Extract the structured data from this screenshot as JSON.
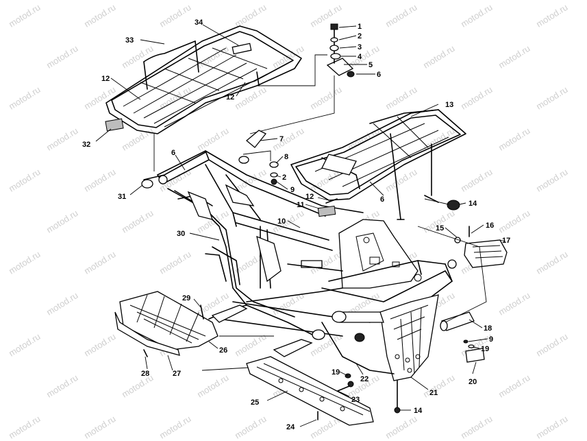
{
  "watermark": "motod.ru",
  "callouts": {
    "c1": "1",
    "c2": "2",
    "c2b": "2",
    "c3": "3",
    "c4": "4",
    "c5": "5",
    "c6": "6",
    "c6b": "6",
    "c6c": "6",
    "c7": "7",
    "c8": "8",
    "c9": "9",
    "c9b": "9",
    "c10": "10",
    "c11": "11",
    "c12": "12",
    "c12b": "12",
    "c12c": "12",
    "c13": "13",
    "c14": "14",
    "c14b": "14",
    "c15": "15",
    "c16": "16",
    "c17": "17",
    "c18": "18",
    "c19": "19",
    "c19b": "19",
    "c20": "20",
    "c21": "21",
    "c22": "22",
    "c23": "23",
    "c24": "24",
    "c25": "25",
    "c26": "26",
    "c27": "27",
    "c28": "28",
    "c29": "29",
    "c30": "30",
    "c31": "31",
    "c32": "32",
    "c33": "33",
    "c34": "34"
  }
}
